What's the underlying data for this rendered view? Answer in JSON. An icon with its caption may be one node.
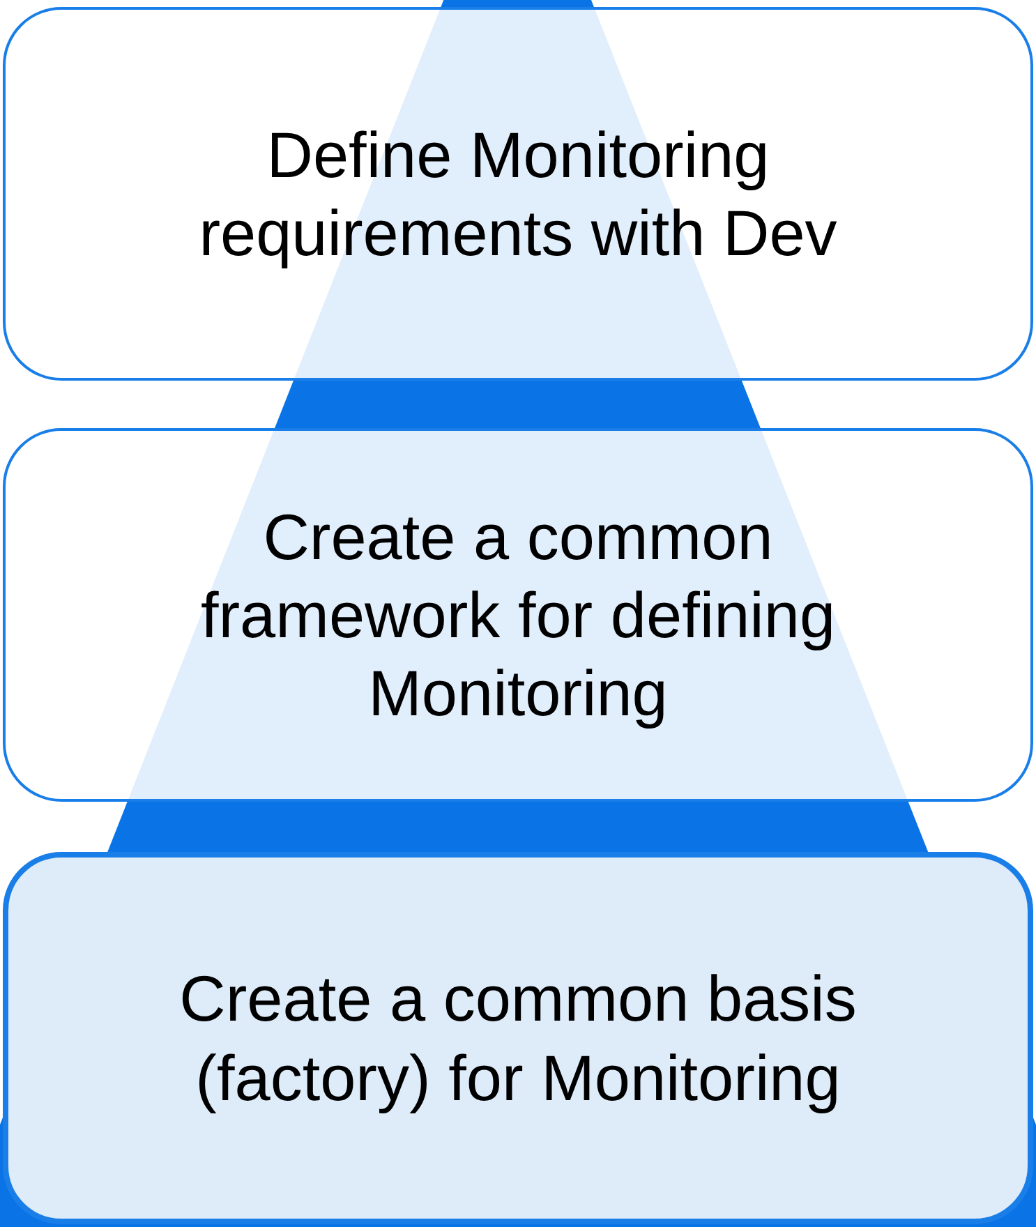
{
  "diagram": {
    "nodes": [
      {
        "text": [
          "Define Monitoring requirements with Dev"
        ]
      },
      {
        "text": [
          "Create a common framework for defining Monitoring"
        ]
      },
      {
        "text": [
          "Create a common basis (factory) for Monitoring"
        ]
      }
    ]
  }
}
